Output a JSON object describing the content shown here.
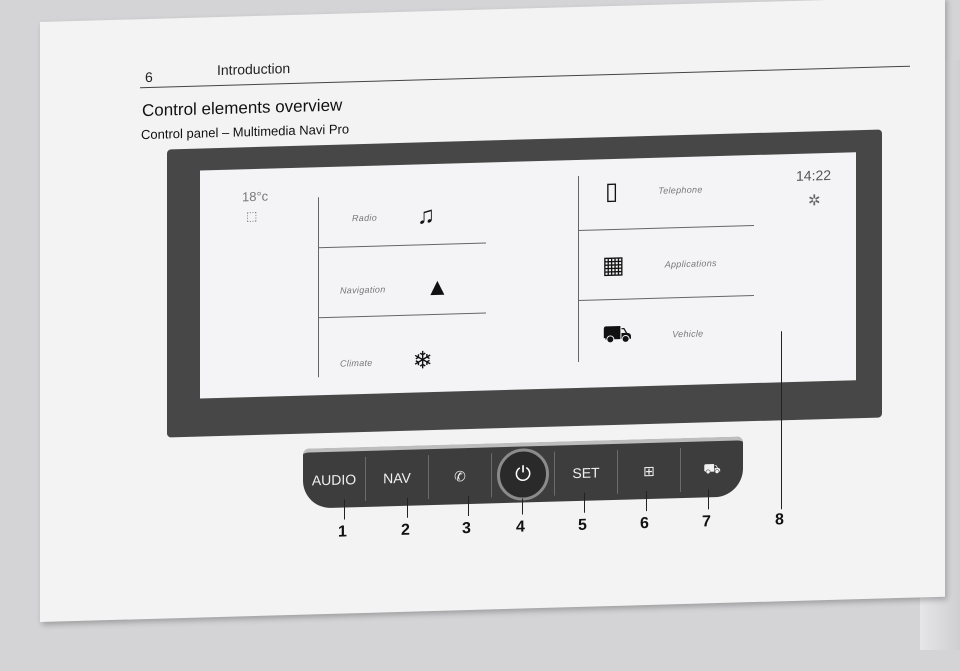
{
  "header": {
    "page_number": "6",
    "chapter": "Introduction"
  },
  "section_title": "Control elements overview",
  "subsection_title": "Control panel – Multimedia Navi Pro",
  "screen": {
    "temperature": "18°c",
    "clock": "14:22",
    "tiles": {
      "radio": "Radio",
      "navigation": "Navigation",
      "climate": "Climate",
      "telephone": "Telephone",
      "apps": "Applications",
      "vehicle": "Vehicle"
    }
  },
  "panel": {
    "audio": "AUDIO",
    "nav": "NAV",
    "phone_icon": "phone-icon",
    "power_icon": "power-icon",
    "set": "SET",
    "apps_icon": "apps-grid-icon",
    "vehicle_icon": "car-icon"
  },
  "callouts": [
    "1",
    "2",
    "3",
    "4",
    "5",
    "6",
    "7",
    "8"
  ]
}
